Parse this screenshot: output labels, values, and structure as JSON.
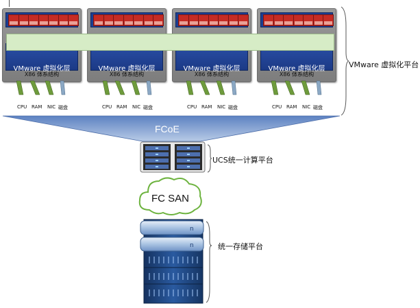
{
  "hosts": [
    {
      "virtual_layer_label": "VMware  虚拟化层",
      "arch_label": "X86  体系结构",
      "resources": [
        "CPU",
        "RAM",
        "NIC",
        "磁盘"
      ]
    },
    {
      "virtual_layer_label": "VMware  虚拟化层",
      "arch_label": "X86  体系结构",
      "resources": [
        "CPU",
        "RAM",
        "NIC",
        "磁盘"
      ]
    },
    {
      "virtual_layer_label": "VMware  虚拟化层",
      "arch_label": "X86  体系结构",
      "resources": [
        "CPU",
        "RAM",
        "NIC",
        "磁盘"
      ]
    },
    {
      "virtual_layer_label": "VMware  虚拟化层",
      "arch_label": "X86  体系结构",
      "resources": [
        "CPU",
        "RAM",
        "NIC",
        "磁盘"
      ]
    }
  ],
  "platform_label": "VMware 虚拟化平台",
  "fcoe_label": "FCoE",
  "ucs_label": "UCS统一计算平台",
  "san_label": "FC SAN",
  "storage_label": "统一存储平台",
  "colors": {
    "vm_red": "#c62b24",
    "host_blue": "#1d3f92",
    "green_bar": "#d6ecc6",
    "fcoe_funnel": "#7f9fd0",
    "resource_green": "#6e9b3c",
    "resource_blue": "#8ba8c4"
  }
}
